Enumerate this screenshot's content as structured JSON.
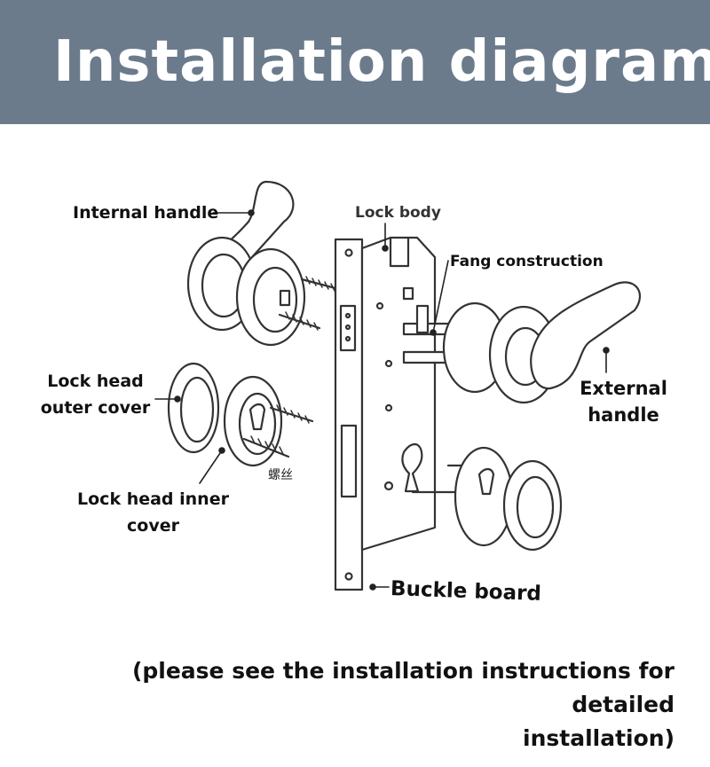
{
  "header": {
    "title": "Installation diagram",
    "bg_color": "#6b7b8c"
  },
  "labels": {
    "internal_handle": "Internal handle",
    "lock_body": "Lock body",
    "fang_construction": "Fang construction",
    "lock_head_outer_cover_line1": "Lock head",
    "lock_head_outer_cover_line2": "outer cover",
    "external_handle_line1": "External",
    "external_handle_line2": "handle",
    "lock_head_inner_cover_line1": "Lock head inner",
    "lock_head_inner_cover_line2": "cover",
    "buckle_board": "Buckle board",
    "screw_mark": "螺丝"
  },
  "footer": {
    "line1": "(please see the installation instructions for detailed",
    "line2": "installation)"
  }
}
